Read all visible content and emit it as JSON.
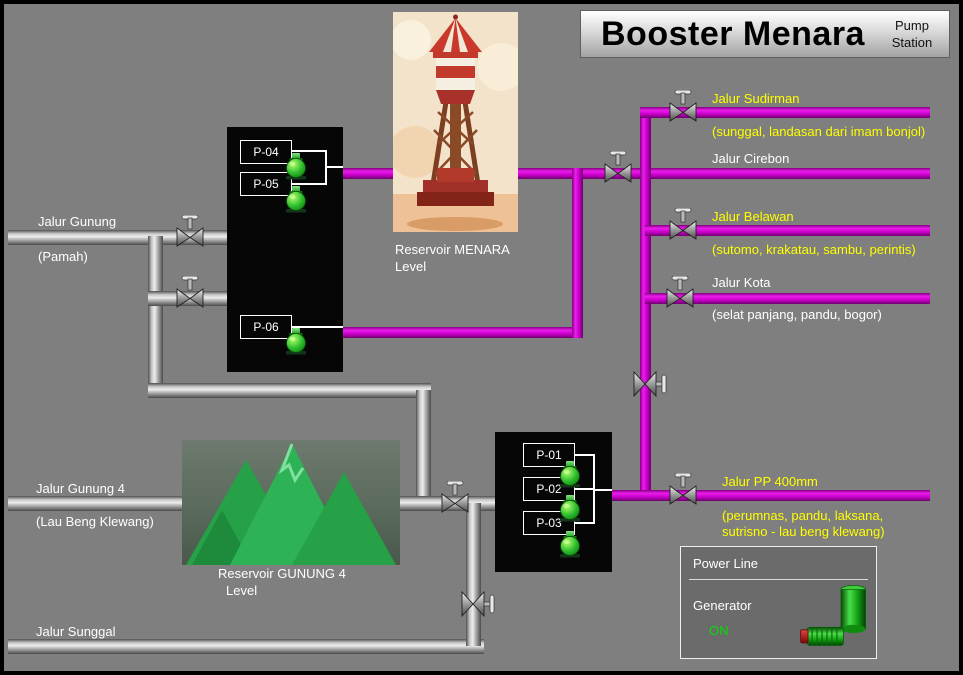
{
  "header": {
    "title": "Booster Menara",
    "subtitle": "Pump Station"
  },
  "sources": {
    "gunung": {
      "name": "Jalur Gunung",
      "note": "(Pamah)"
    },
    "gunung4": {
      "name": "Jalur Gunung 4",
      "note": "(Lau Beng Klewang)"
    },
    "sunggal": {
      "name": "Jalur Sunggal"
    }
  },
  "reservoirs": {
    "menara": {
      "name": "Reservoir MENARA",
      "sub": "Level"
    },
    "gunung4": {
      "name": "Reservoir GUNUNG 4",
      "sub": "Level"
    }
  },
  "routes": {
    "sudirman": {
      "name": "Jalur Sudirman",
      "note": "(sunggal, landasan dari imam bonjol)"
    },
    "cirebon": {
      "name": "Jalur Cirebon"
    },
    "belawan": {
      "name": "Jalur Belawan",
      "note": "(sutomo, krakatau, sambu, perintis)"
    },
    "kota": {
      "name": "Jalur Kota",
      "note": "(selat panjang, pandu, bogor)"
    },
    "pp400": {
      "name": "Jalur PP 400mm",
      "note1": "(perumnas, pandu, laksana,",
      "note2": "sutrisno - lau beng klewang)"
    }
  },
  "pumps": {
    "p01": "P-01",
    "p02": "P-02",
    "p03": "P-03",
    "p04": "P-04",
    "p05": "P-05",
    "p06": "P-06"
  },
  "power": {
    "title": "Power Line",
    "generator": "Generator",
    "status": "ON"
  },
  "colors": {
    "background": "#7F7F7F",
    "supply_pipe_magenta": "#CC00CC",
    "raw_pipe_gray": "#BFBFBF",
    "label_white": "#FFFFFF",
    "label_yellow": "#FFFF00",
    "status_on_green": "#00E000",
    "pump_green": "#22AA22"
  }
}
